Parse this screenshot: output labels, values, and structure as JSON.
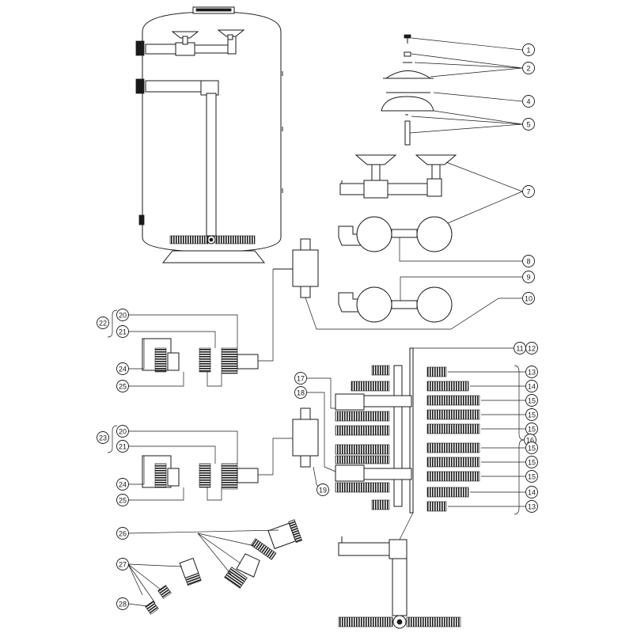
{
  "callouts": [
    {
      "id": "c1",
      "label": "1"
    },
    {
      "id": "c2",
      "label": "2"
    },
    {
      "id": "c4",
      "label": "4"
    },
    {
      "id": "c5",
      "label": "5"
    },
    {
      "id": "c7",
      "label": "7"
    },
    {
      "id": "c8",
      "label": "8"
    },
    {
      "id": "c9",
      "label": "9"
    },
    {
      "id": "c10",
      "label": "10"
    },
    {
      "id": "c11",
      "label": "11"
    },
    {
      "id": "c12",
      "label": "12"
    },
    {
      "id": "c13a",
      "label": "13"
    },
    {
      "id": "c14a",
      "label": "14"
    },
    {
      "id": "c15a",
      "label": "15"
    },
    {
      "id": "c15b",
      "label": "15"
    },
    {
      "id": "c15c",
      "label": "15"
    },
    {
      "id": "c16",
      "label": "16"
    },
    {
      "id": "c15d",
      "label": "15"
    },
    {
      "id": "c15e",
      "label": "15"
    },
    {
      "id": "c15f",
      "label": "15"
    },
    {
      "id": "c14b",
      "label": "14"
    },
    {
      "id": "c13b",
      "label": "13"
    },
    {
      "id": "c17",
      "label": "17"
    },
    {
      "id": "c18",
      "label": "18"
    },
    {
      "id": "c19",
      "label": "19"
    },
    {
      "id": "c20a",
      "label": "20"
    },
    {
      "id": "c21a",
      "label": "21"
    },
    {
      "id": "c22",
      "label": "22"
    },
    {
      "id": "c24a",
      "label": "24"
    },
    {
      "id": "c25a",
      "label": "25"
    },
    {
      "id": "c20b",
      "label": "20"
    },
    {
      "id": "c21b",
      "label": "21"
    },
    {
      "id": "c23",
      "label": "23"
    },
    {
      "id": "c24b",
      "label": "24"
    },
    {
      "id": "c25b",
      "label": "25"
    },
    {
      "id": "c26",
      "label": "26"
    },
    {
      "id": "c27",
      "label": "27"
    },
    {
      "id": "c28",
      "label": "28"
    }
  ]
}
